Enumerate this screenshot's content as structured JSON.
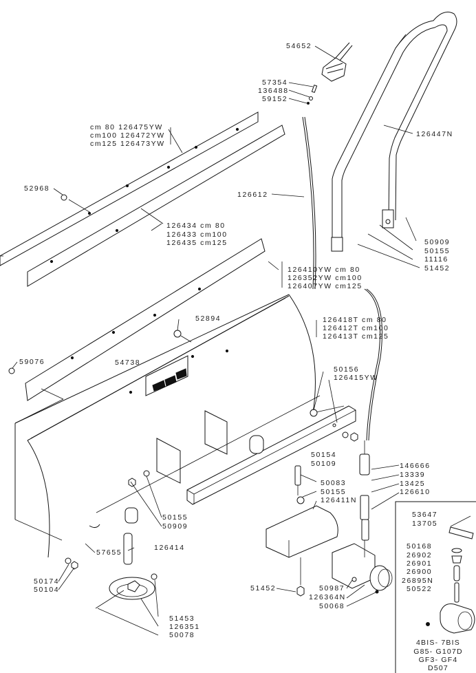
{
  "diagram": {
    "title": "Snow plow blade assembly - exploded parts diagram",
    "labels": {
      "p54652": "54652",
      "p57354": "57354",
      "p136488": "136488",
      "p59152": "59152",
      "p126447N": "126447N",
      "blade_edge_group": [
        "cm  80 126475YW",
        "cm100 126472YW",
        "cm125 126473YW"
      ],
      "p52968": "52968",
      "p126612": "126612",
      "blade_strip_group": [
        "126434  cm  80",
        "126433  cm100",
        "126435  cm125"
      ],
      "p50909_top": "50909",
      "p50155_top": "50155",
      "p11116": "11116",
      "p51452_top": "51452",
      "rubber_group": [
        "126410YW  cm  80",
        "126352YW  cm100",
        "126407YW  cm125"
      ],
      "p52894": "52894",
      "moldboard_group": [
        "126418T  cm  80",
        "126412T  cm100",
        "126413T  cm125"
      ],
      "p59076": "59076",
      "p54738": "54738",
      "p50156": "50156",
      "p126415YW": "126415YW",
      "p50154": "50154",
      "p50109": "50109",
      "p146666": "146666",
      "p13339": "13339",
      "p13425": "13425",
      "p126610": "126610",
      "p50083": "50083",
      "p50155_mid": "50155",
      "p126411N": "126411N",
      "p50155_left": "50155",
      "p50909_left": "50909",
      "p57655": "57655",
      "p126414": "126414",
      "p50174": "50174",
      "p50104": "50104",
      "p51453": "51453",
      "p126351": "126351",
      "p50078": "50078",
      "p51452_bottom": "51452",
      "p50987": "50987",
      "p126364N": "126364N",
      "p50068": "50068"
    },
    "inset": {
      "labels": {
        "p53647": "53647",
        "p13705": "13705",
        "p50168": "50168",
        "p26902": "26902",
        "p26901": "26901",
        "p26900": "26900",
        "p26895N": "26895N",
        "p50522": "50522"
      },
      "caption": [
        "4BIS- 7BIS",
        "G85-  G107D",
        "GF3-  GF4",
        "D507"
      ]
    }
  }
}
